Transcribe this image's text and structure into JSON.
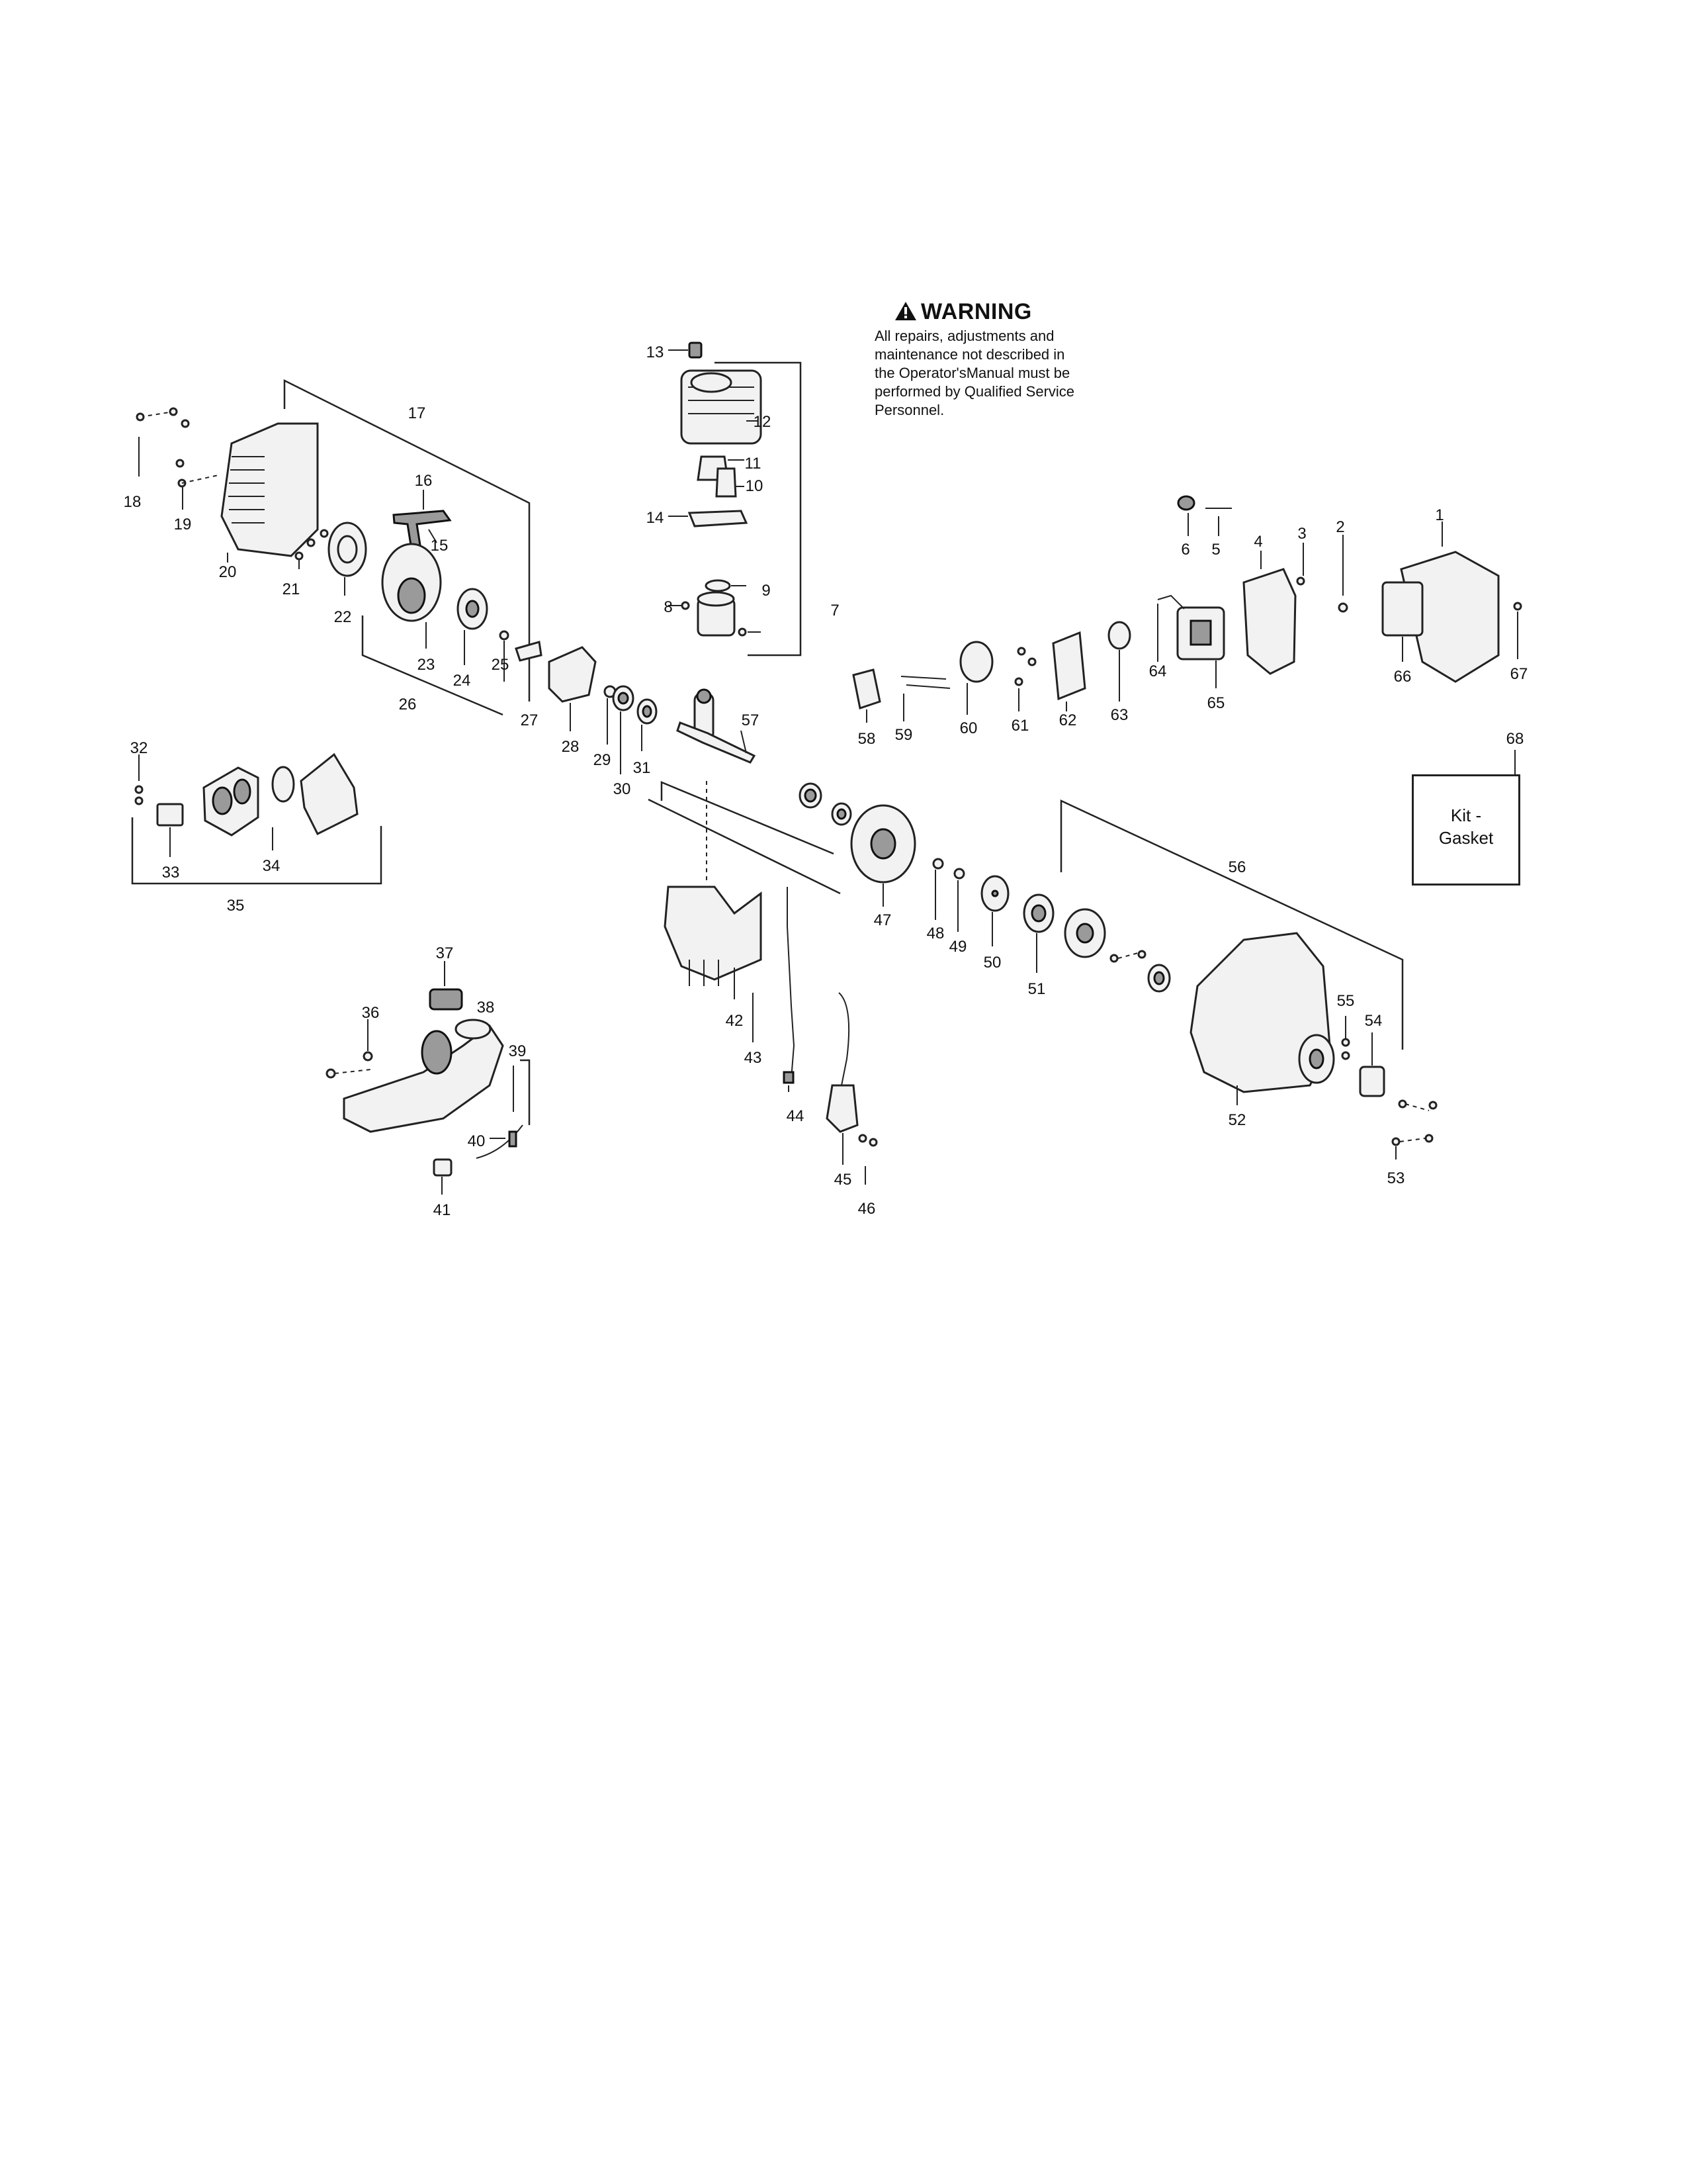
{
  "warning": {
    "title": "WARNING",
    "lines": [
      "All repairs, adjustments and",
      "maintenance not described in",
      "the Operator'sManual must be",
      "performed by Qualified Service",
      "Personnel."
    ]
  },
  "kit": {
    "line1": "Kit -",
    "line2": "Gasket"
  },
  "refs": [
    "1",
    "2",
    "3",
    "4",
    "5",
    "6",
    "7",
    "8",
    "9",
    "10",
    "11",
    "12",
    "13",
    "14",
    "15",
    "16",
    "17",
    "18",
    "19",
    "20",
    "21",
    "22",
    "23",
    "24",
    "25",
    "26",
    "27",
    "28",
    "29",
    "30",
    "31",
    "32",
    "33",
    "34",
    "35",
    "36",
    "37",
    "38",
    "39",
    "40",
    "41",
    "42",
    "43",
    "44",
    "45",
    "46",
    "47",
    "48",
    "49",
    "50",
    "51",
    "52",
    "53",
    "54",
    "55",
    "56",
    "57",
    "58",
    "59",
    "60",
    "61",
    "62",
    "63",
    "64",
    "65",
    "66",
    "67",
    "68"
  ]
}
